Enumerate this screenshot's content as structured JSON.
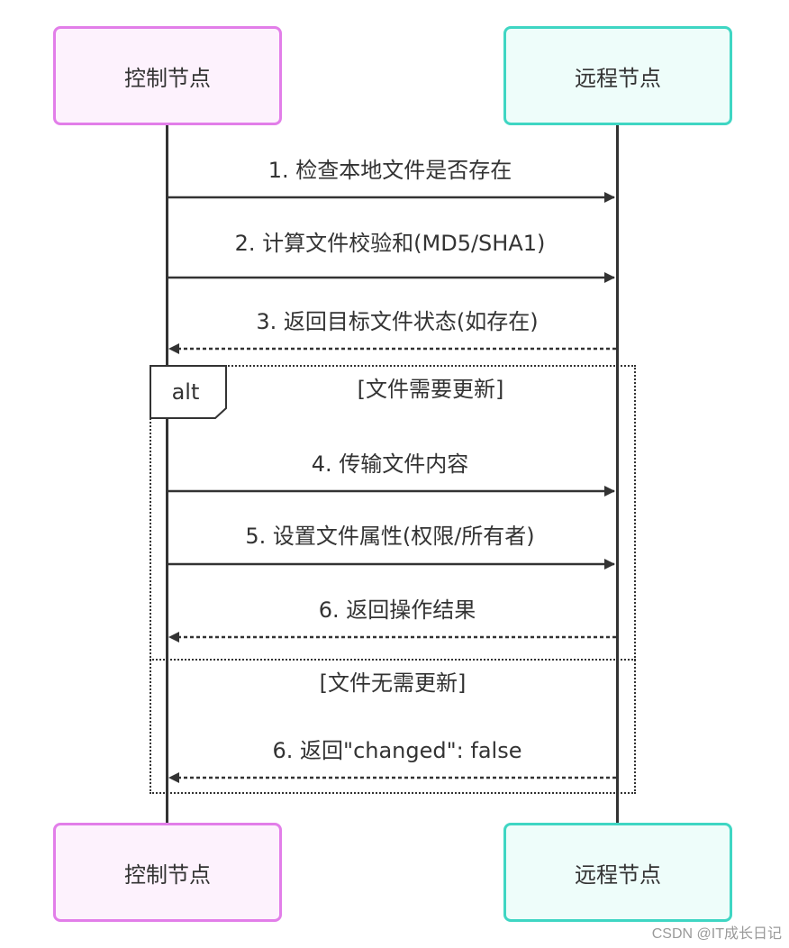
{
  "participants": {
    "left": {
      "label": "控制节点",
      "fill": "#fdf2fd",
      "border": "#e27ee9"
    },
    "right": {
      "label": "远程节点",
      "fill": "#eefdfa",
      "border": "#3fd6c3"
    }
  },
  "messages": [
    {
      "text": "1. 检查本地文件是否存在",
      "direction": "right",
      "style": "solid"
    },
    {
      "text": "2. 计算文件校验和(MD5/SHA1)",
      "direction": "right",
      "style": "solid"
    },
    {
      "text": "3. 返回目标文件状态(如存在)",
      "direction": "left",
      "style": "dotted"
    },
    {
      "text": "4. 传输文件内容",
      "direction": "right",
      "style": "solid"
    },
    {
      "text": "5. 设置文件属性(权限/所有者)",
      "direction": "right",
      "style": "solid"
    },
    {
      "text": "6. 返回操作结果",
      "direction": "left",
      "style": "dotted"
    },
    {
      "text": "6. 返回\"changed\": false",
      "direction": "left",
      "style": "dotted"
    }
  ],
  "alt": {
    "label": "alt",
    "guard1": "[文件需要更新]",
    "guard2": "[文件无需更新]"
  },
  "watermark": "CSDN @IT成长日记",
  "colors": {
    "line": "#333333",
    "text": "#333333"
  }
}
